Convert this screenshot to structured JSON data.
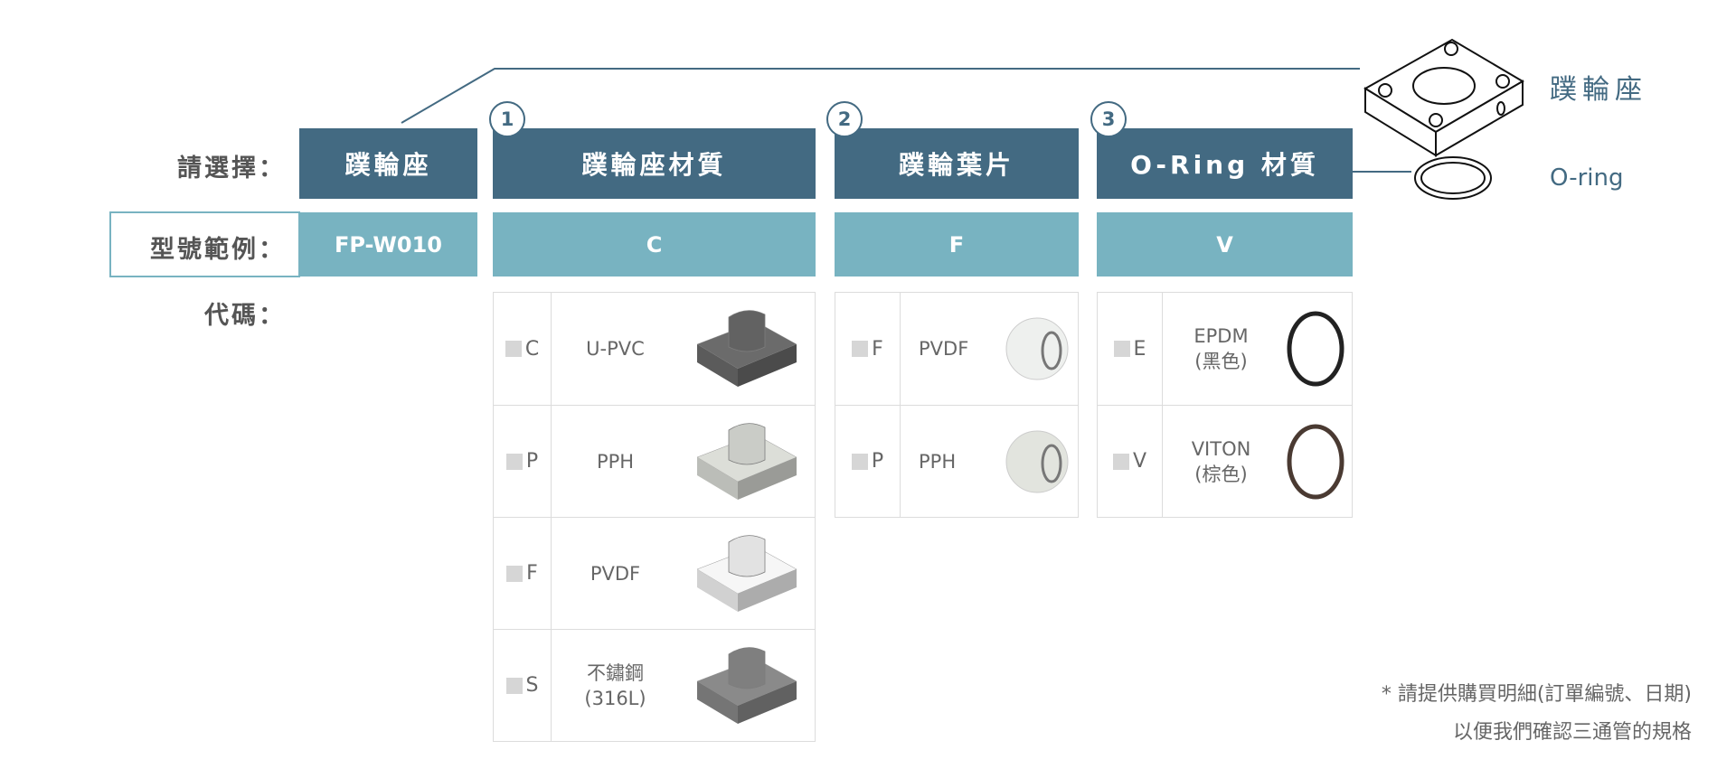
{
  "labels": {
    "select": "請選擇：",
    "model_example": "型號範例：",
    "code": "代碼："
  },
  "headers": [
    {
      "number": "",
      "title": "蹼輪座",
      "code": "FP-W010"
    },
    {
      "number": "1",
      "title": "蹼輪座材質",
      "code": "C"
    },
    {
      "number": "2",
      "title": "蹼輪葉片",
      "code": "F"
    },
    {
      "number": "3",
      "title": "O-Ring 材質",
      "code": "V"
    }
  ],
  "tables": [
    {
      "kind": "seat",
      "rows": [
        {
          "code": "C",
          "name": [
            "U-PVC"
          ],
          "image_color": "#6b6b6b"
        },
        {
          "code": "P",
          "name": [
            "PPH"
          ],
          "image_color": "#dcded8"
        },
        {
          "code": "F",
          "name": [
            "PVDF"
          ],
          "image_color": "#f6f6f6"
        },
        {
          "code": "S",
          "name": [
            "不鏽鋼",
            "(316L)"
          ],
          "image_color": "#8a8a8a"
        }
      ]
    },
    {
      "kind": "disc",
      "rows": [
        {
          "code": "F",
          "name": [
            "PVDF"
          ],
          "image_color": "#eef0ee"
        },
        {
          "code": "P",
          "name": [
            "PPH"
          ],
          "image_color": "#e2e4de"
        }
      ]
    },
    {
      "kind": "oring",
      "rows": [
        {
          "code": "E",
          "name": [
            "EPDM",
            "(黑色)"
          ],
          "image_color": "#222222"
        },
        {
          "code": "V",
          "name": [
            "VITON",
            "(棕色)"
          ],
          "image_color": "#4a3a32"
        }
      ]
    }
  ],
  "diagram": {
    "seat_label": "蹼輪座",
    "oring_label": "O-ring"
  },
  "note": {
    "line1": "* 請提供購買明細(訂單編號、日期)",
    "line2": "以便我們確認三通管的規格"
  },
  "colors": {
    "dark": "#436a82",
    "light": "#78b3c1"
  }
}
